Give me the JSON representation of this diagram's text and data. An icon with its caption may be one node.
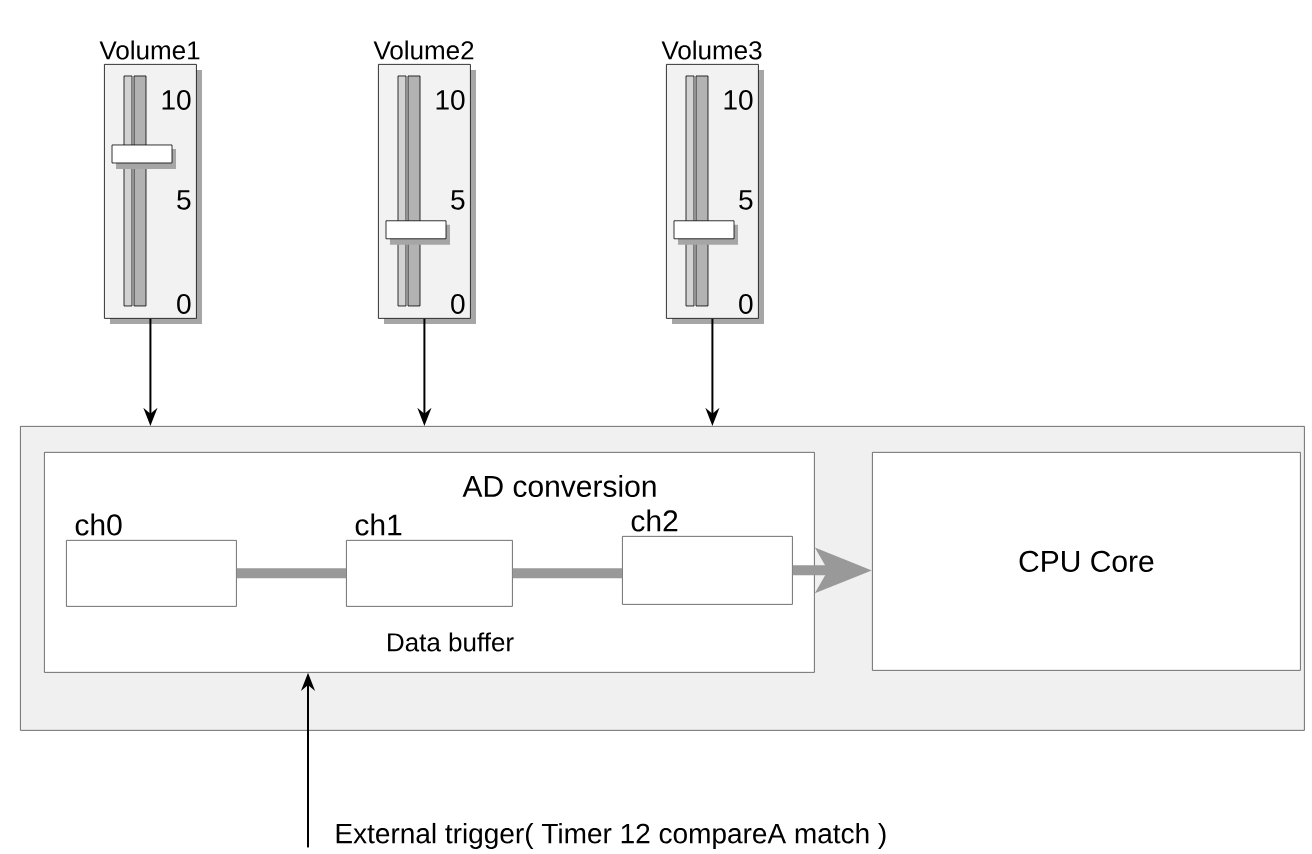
{
  "diagram": {
    "nodes": [
      {
        "text": [
          "Volume1",
          "10",
          "5",
          "0"
        ]
      },
      {
        "text": [
          "Volume2",
          "10",
          "5",
          "0"
        ]
      },
      {
        "text": [
          "Volume3",
          "10",
          "5",
          "0"
        ]
      },
      {
        "text": [],
        "shape": "box"
      },
      {
        "text": [
          "AD conversion",
          "Data buffer"
        ],
        "in": 3
      },
      {
        "text": [
          "ch0"
        ],
        "in": 4
      },
      {
        "text": [
          "ch1"
        ],
        "in": 4
      },
      {
        "text": [
          "ch2"
        ],
        "in": 4
      },
      {
        "text": [
          "CPU Core"
        ],
        "in": 3
      },
      {
        "text": [
          "External trigger( Timer 12 compareA match )"
        ]
      }
    ],
    "edges": [
      {
        "from": 0,
        "to": 3,
        "arrow": "to"
      },
      {
        "from": 1,
        "to": 3,
        "arrow": "to"
      },
      {
        "from": 2,
        "to": 3,
        "arrow": "to"
      },
      {
        "from": 5,
        "to": 6,
        "arrow": "none",
        "style": "thick",
        "color": "#999999"
      },
      {
        "from": 6,
        "to": 7,
        "arrow": "none",
        "style": "thick",
        "color": "#999999"
      },
      {
        "from": 7,
        "to": 8,
        "arrow": "to",
        "style": "thick",
        "color": "#999999"
      },
      {
        "from": 9,
        "to": 4,
        "arrow": "to"
      }
    ]
  }
}
